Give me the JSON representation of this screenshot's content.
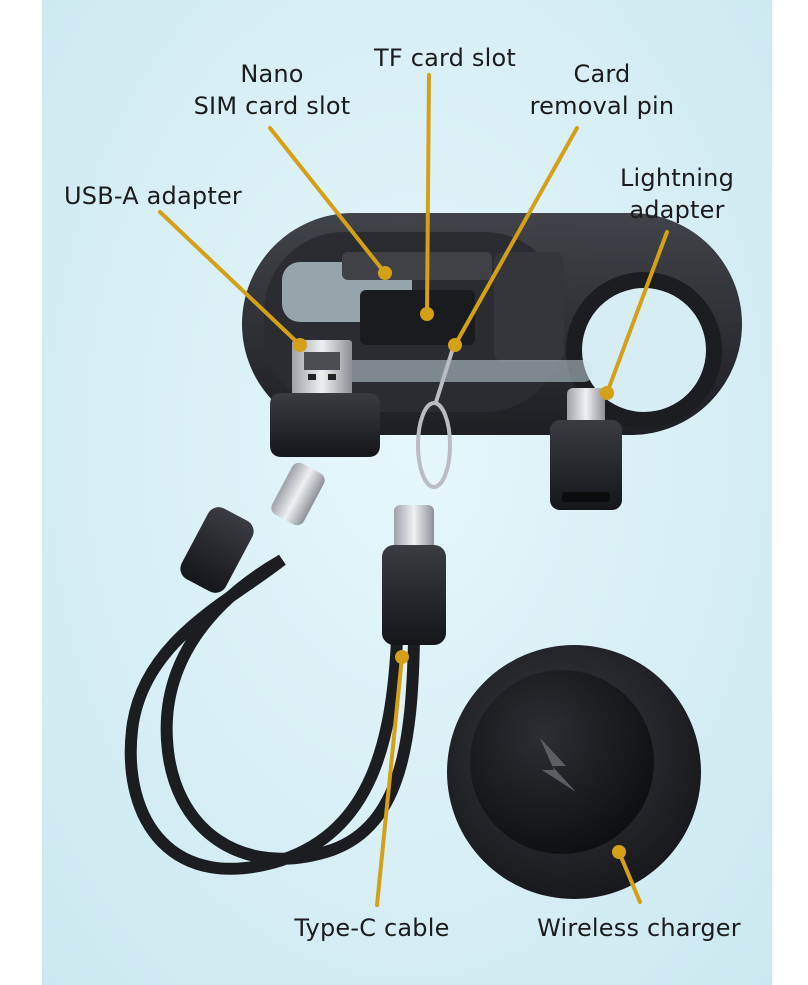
{
  "labels": {
    "usb_a_adapter": "USB-A adapter",
    "nano_sim_slot": "Nano\nSIM card slot",
    "tf_card_slot": "TF card slot",
    "card_removal_pin": "Card\nremoval pin",
    "lightning_adapter": "Lightning\nadapter",
    "type_c_cable": "Type-C cable",
    "wireless_charger": "Wireless charger"
  },
  "colors": {
    "background": "#d7eff5",
    "callout": "#d4a017",
    "plastic": "#1f2024",
    "metal": "#c9ccd1"
  },
  "icons": {
    "charger_logo": "lightning-bolt-icon"
  }
}
